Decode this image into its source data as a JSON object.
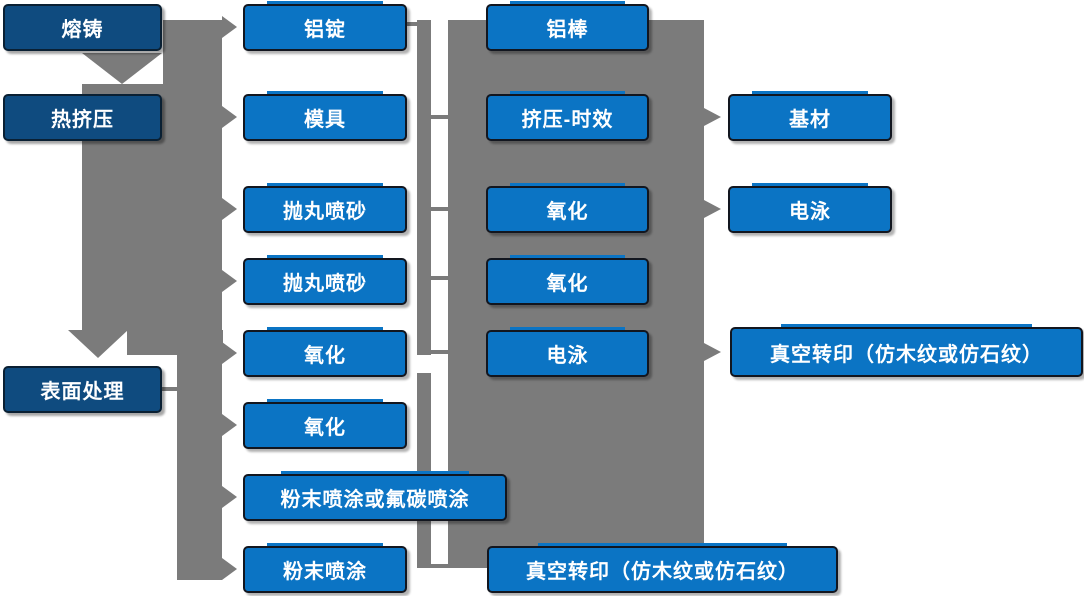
{
  "palette": {
    "stage_fill": "#0f4b7f",
    "stage_border": "#0a2033",
    "process_fill": "#0b74c4",
    "process_border": "#12161f",
    "connector_gray": "#7b7b7b",
    "label_color": "#ffffff",
    "background": "#ffffff"
  },
  "nodes": [
    {
      "label": "熔铸",
      "type": "stage"
    },
    {
      "label": "热挤压",
      "type": "stage"
    },
    {
      "label": "表面处理",
      "type": "stage"
    },
    {
      "label": "铝锭",
      "type": "process"
    },
    {
      "label": "模具",
      "type": "process"
    },
    {
      "label": "抛丸喷砂",
      "type": "process"
    },
    {
      "label": "抛丸喷砂",
      "type": "process"
    },
    {
      "label": "氧化",
      "type": "process"
    },
    {
      "label": "氧化",
      "type": "process"
    },
    {
      "label": "粉末喷涂或氟碳喷涂",
      "type": "process"
    },
    {
      "label": "粉末喷涂",
      "type": "process"
    },
    {
      "label": "铝棒",
      "type": "process"
    },
    {
      "label": "挤压-时效",
      "type": "process"
    },
    {
      "label": "氧化",
      "type": "process"
    },
    {
      "label": "氧化",
      "type": "process"
    },
    {
      "label": "电泳",
      "type": "process"
    },
    {
      "label": "真空转印（仿木纹或仿石纹）",
      "type": "process"
    },
    {
      "label": "基材",
      "type": "process"
    },
    {
      "label": "电泳",
      "type": "process"
    },
    {
      "label": "真空转印（仿木纹或仿石纹）",
      "type": "process"
    }
  ],
  "connections": {
    "down_arrow_targets": [
      "热挤压",
      "表面处理"
    ],
    "process_arrow_targets": [
      "铝锭",
      "模具",
      "抛丸喷砂",
      "抛丸喷砂",
      "氧化",
      "氧化",
      "粉末喷涂或氟碳喷涂",
      "粉末喷涂"
    ],
    "output_arrow_targets": [
      "基材",
      "电泳",
      "真空转印（仿木纹或仿石纹）"
    ]
  }
}
